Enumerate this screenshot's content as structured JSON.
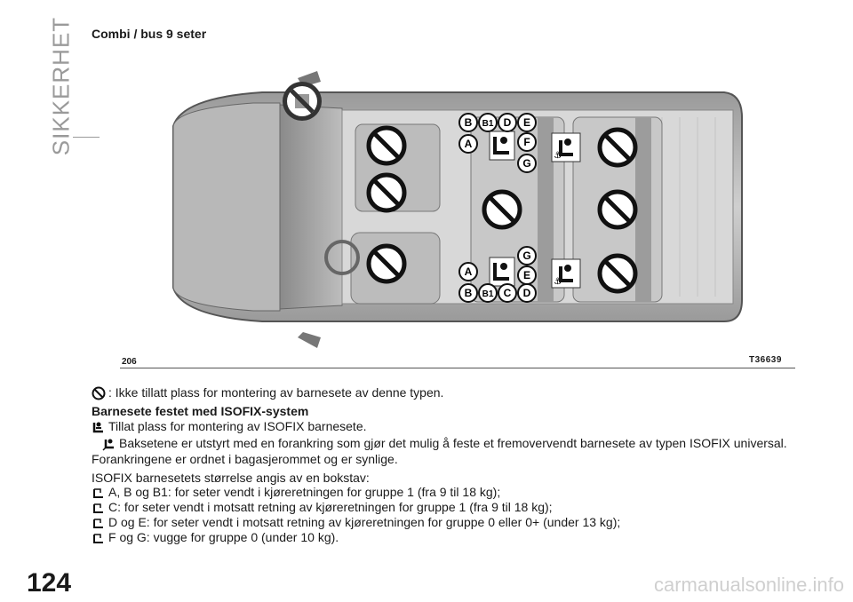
{
  "side_label": "SIKKERHET",
  "heading": "Combi / bus 9 seter",
  "figure": {
    "number": "206",
    "code": "T36639",
    "labels_upper": [
      "B",
      "B1",
      "D",
      "E",
      "A",
      "F",
      "G"
    ],
    "labels_lower": [
      "G",
      "A",
      "E",
      "B",
      "B1",
      "C",
      "D"
    ]
  },
  "legend": {
    "not_allowed": ": Ikke tillatt plass for montering av barnesete av denne typen.",
    "isofix_title": "Barnesete festet med ISOFIX-system",
    "isofix_allowed": "Tillat plass for montering av ISOFIX barnesete.",
    "isofix_universal": "Baksetene er utstyrt med en forankring som gjør det mulig å feste et fremovervendt barnesete av typen ISOFIX universal.",
    "anchors_note": "Forankringene er ordnet i bagasjerommet og er synlige.",
    "size_intro": "ISOFIX barnesetets størrelse angis av en bokstav:",
    "sizes": [
      "A, B og B1: for seter vendt i kjøreretningen for gruppe 1 (fra 9 til 18 kg);",
      "C: for seter vendt i motsatt retning av kjøreretningen for gruppe 1 (fra 9 til 18 kg);",
      "D og E: for seter vendt i motsatt retning av kjøreretningen for gruppe 0 eller 0+ (under 13 kg);",
      "F og G: vugge for gruppe 0 (under 10 kg)."
    ]
  },
  "page_number": "124",
  "watermark": "carmanualsonline.info"
}
